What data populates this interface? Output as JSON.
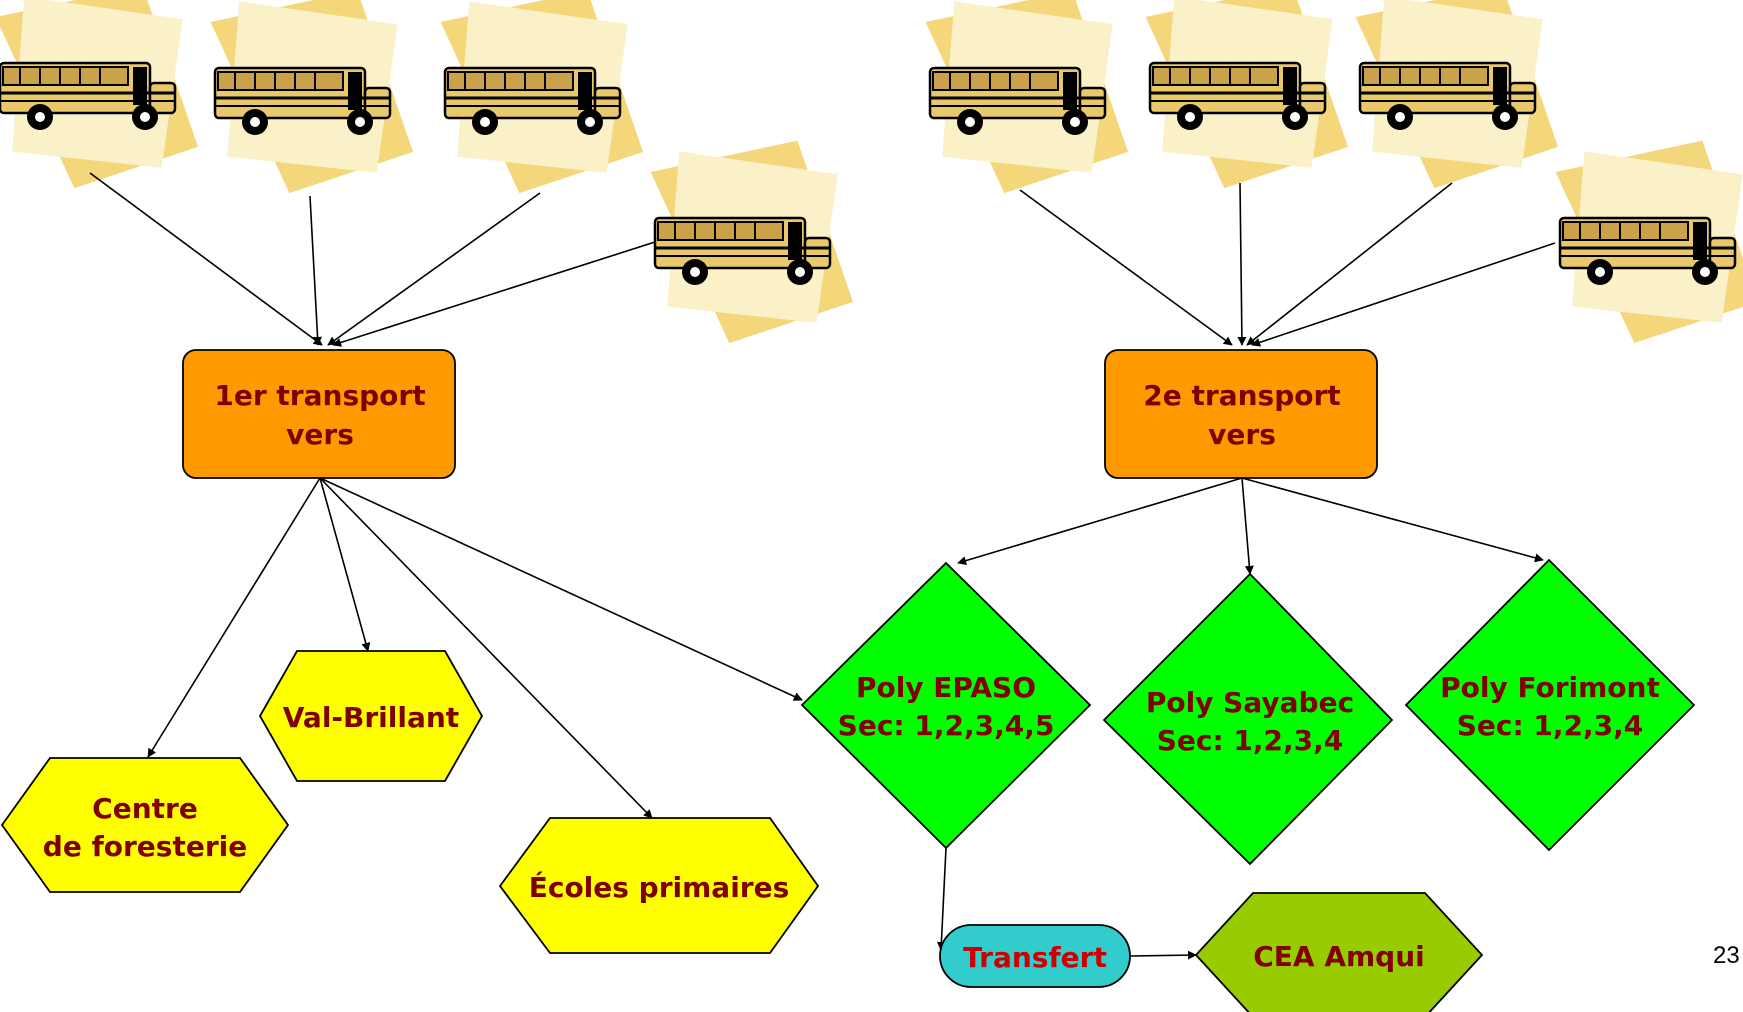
{
  "colors": {
    "orange": "#ff9900",
    "green": "#00ff00",
    "yellow": "#ffff00",
    "olive": "#99cc00",
    "cyan": "#33cccc",
    "text_dark_red": "#800000",
    "text_red": "#cc0000"
  },
  "icons": [
    "school-bus-icon"
  ],
  "transport1": {
    "line1": "1er transport",
    "line2": "vers"
  },
  "transport2": {
    "line1": "2e transport",
    "line2": "vers"
  },
  "centre": {
    "line1": "Centre",
    "line2": "de foresterie"
  },
  "val_brillant": {
    "label": "Val-Brillant"
  },
  "ecoles": {
    "label": "Écoles primaires"
  },
  "epaso": {
    "line1": "Poly EPASO",
    "line2": "Sec: 1,2,3,4,5"
  },
  "sayabec": {
    "line1": "Poly Sayabec",
    "line2": "Sec: 1,2,3,4"
  },
  "forimont": {
    "line1": "Poly Forimont",
    "line2": "Sec: 1,2,3,4"
  },
  "transfert": {
    "label": "Transfert"
  },
  "cea": {
    "label": "CEA Amqui"
  },
  "page_number": "23"
}
